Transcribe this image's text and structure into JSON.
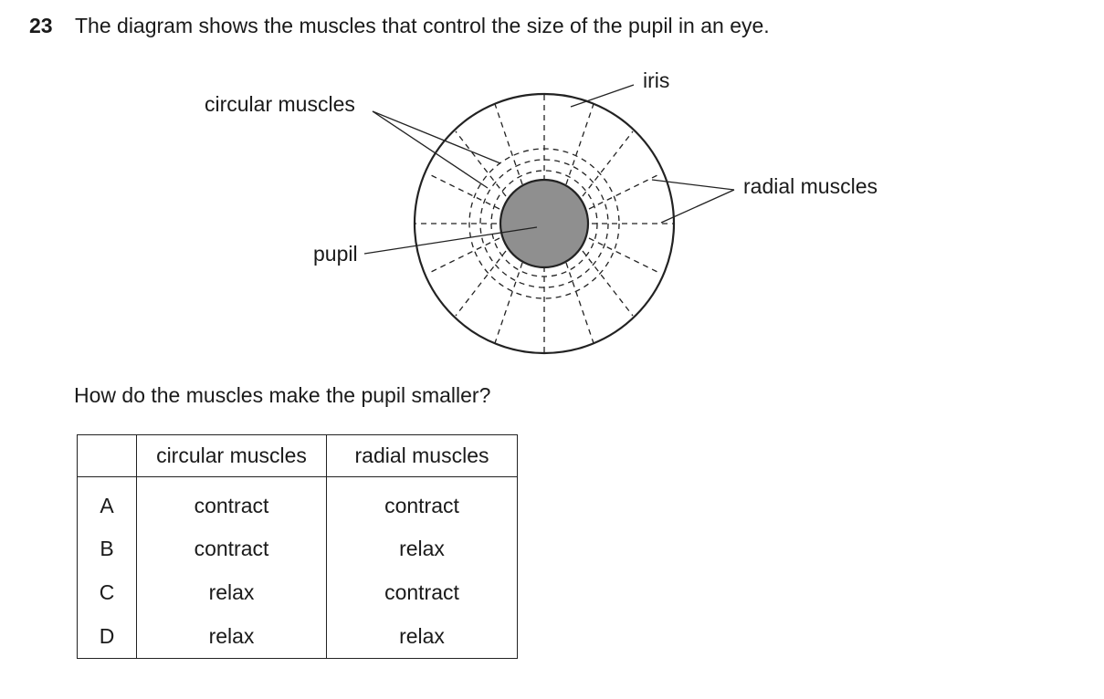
{
  "question": {
    "number": "23",
    "stem": "The diagram shows the muscles that control the size of the pupil in an eye.",
    "prompt": "How do the muscles make the pupil smaller?"
  },
  "diagram": {
    "labels": {
      "iris": "iris",
      "circular_muscles": "circular muscles",
      "radial_muscles": "radial muscles",
      "pupil": "pupil"
    }
  },
  "table": {
    "headers": [
      "",
      "circular muscles",
      "radial muscles"
    ],
    "rows": [
      {
        "letter": "A",
        "circular": "contract",
        "radial": "contract"
      },
      {
        "letter": "B",
        "circular": "contract",
        "radial": "relax"
      },
      {
        "letter": "C",
        "circular": "relax",
        "radial": "contract"
      },
      {
        "letter": "D",
        "circular": "relax",
        "radial": "relax"
      }
    ]
  }
}
